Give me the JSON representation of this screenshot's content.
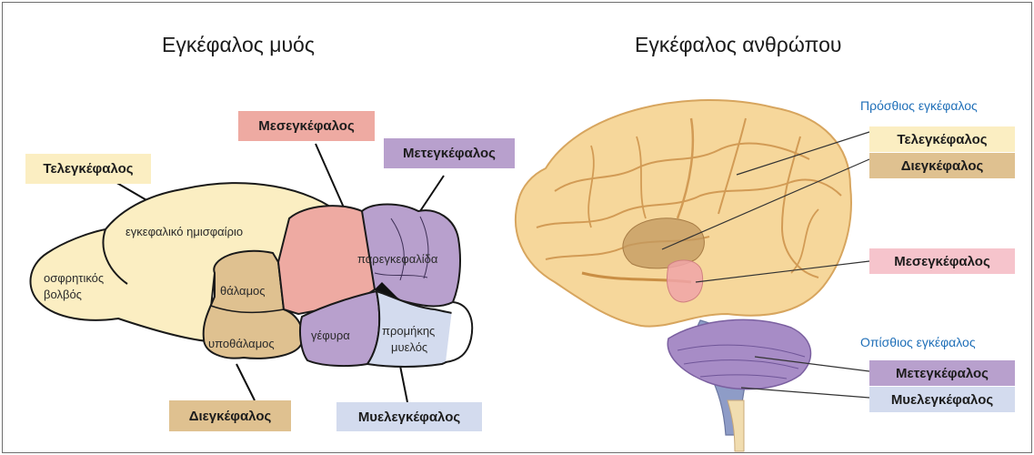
{
  "titles": {
    "mouse": "Εγκέφαλος μυός",
    "human": "Εγκέφαλος ανθρώπου"
  },
  "mouse_brain": {
    "labels": {
      "telencephalon": "Τελεγκέφαλος",
      "mesencephalon": "Μεσεγκέφαλος",
      "metencephalon": "Μετεγκέφαλος",
      "diencephalon": "Διεγκέφαλος",
      "myelencephalon": "Μυελεγκέφαλος"
    },
    "parts": {
      "hemisphere": "εγκεφαλικό ημισφαίριο",
      "olfactory_1": "οσφρητικός",
      "olfactory_2": "βολβός",
      "thalamus": "θάλαμος",
      "hypothalamus": "υποθάλαμος",
      "cerebellum": "παρεγκεφαλίδα",
      "pons": "γέφυρα",
      "medulla_1": "προμήκης",
      "medulla_2": "μυελός"
    }
  },
  "human_brain": {
    "forebrain_header": "Πρόσθιος εγκέφαλος",
    "hindbrain_header": "Οπίσθιος εγκέφαλος",
    "labels": {
      "telencephalon": "Τελεγκέφαλος",
      "diencephalon": "Διεγκέφαλος",
      "mesencephalon": "Μεσεγκέφαλος",
      "metencephalon": "Μετεγκέφαλος",
      "myelencephalon": "Μυελεγκέφαλος"
    }
  },
  "colors": {
    "telencephalon": "#fbeec2",
    "diencephalon": "#dfc190",
    "mesencephalon": "#eeaaa2",
    "mesencephalon_human": "#f6c4cc",
    "metencephalon": "#b8a0cd",
    "myelencephalon": "#d3dbee",
    "forebrain_blue": "#1f6fb8"
  }
}
